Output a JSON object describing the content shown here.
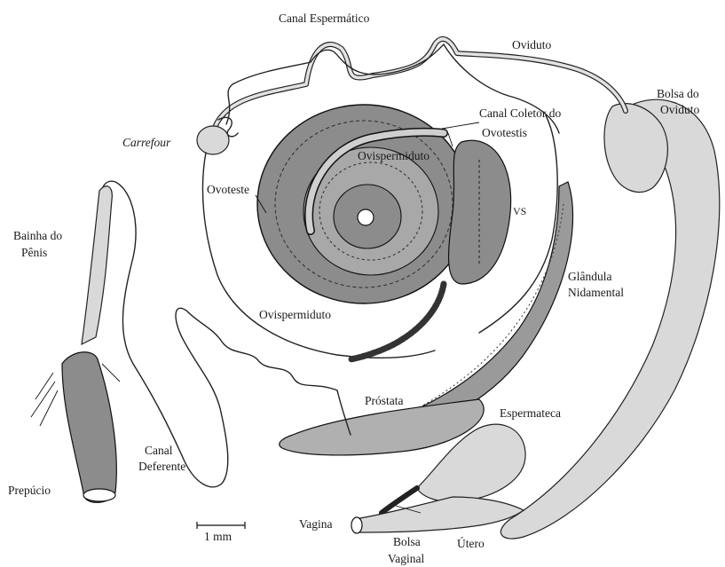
{
  "labels": {
    "canal_espermatico": "Canal Espermático",
    "oviduto": "Oviduto",
    "bolsa_oviduto_1": "Bolsa do",
    "bolsa_oviduto_2": "Oviduto",
    "canal_coletor_1": "Canal Coletor do",
    "canal_coletor_2": "Ovotestis",
    "carrefour": "Carrefour",
    "ovispermiduto_top": "Ovispermiduto",
    "ovoteste": "Ovoteste",
    "vs": "VS",
    "bainha_1": "Bainha do",
    "bainha_2": "Pênis",
    "glandula_1": "Glândula",
    "glandula_2": "Nidamental",
    "ovispermiduto_mid": "Ovispermiduto",
    "prostata": "Próstata",
    "espermateca": "Espermateca",
    "canal_deferente_1": "Canal",
    "canal_deferente_2": "Deferente",
    "prepucio": "Prepúcio",
    "scale": "1 mm",
    "vagina": "Vagina",
    "utero": "Útero",
    "bolsa_vaginal_1": "Bolsa",
    "bolsa_vaginal_2": "Vaginal"
  },
  "colors": {
    "stroke": "#222222",
    "organ_fill": "#d9d9d9",
    "gonad_fill": "#8c8c8c",
    "background": "#ffffff"
  }
}
